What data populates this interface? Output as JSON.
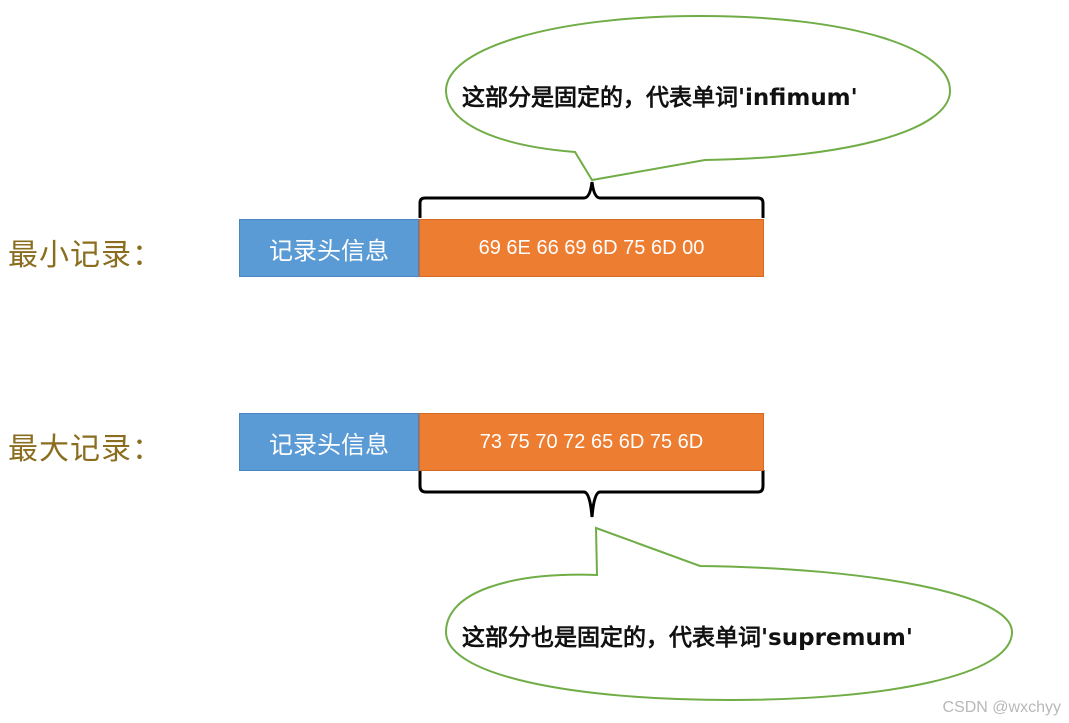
{
  "min_record": {
    "label": "最小记录：",
    "header_box": "记录头信息",
    "bytes_box": "69 6E 66 69 6D 75 6D 00",
    "callout": "这部分是固定的，代表单词'infimum'"
  },
  "max_record": {
    "label": "最大记录：",
    "header_box": "记录头信息",
    "bytes_box": "73 75 70 72 65 6D 75 6D",
    "callout": "这部分也是固定的，代表单词'supremum'"
  },
  "colors": {
    "header_fill": "#5b9bd5",
    "bytes_fill": "#ed7d31",
    "label_text": "#8a6d1e",
    "callout_stroke": "#70ad47"
  },
  "watermark": "CSDN @wxchyy"
}
